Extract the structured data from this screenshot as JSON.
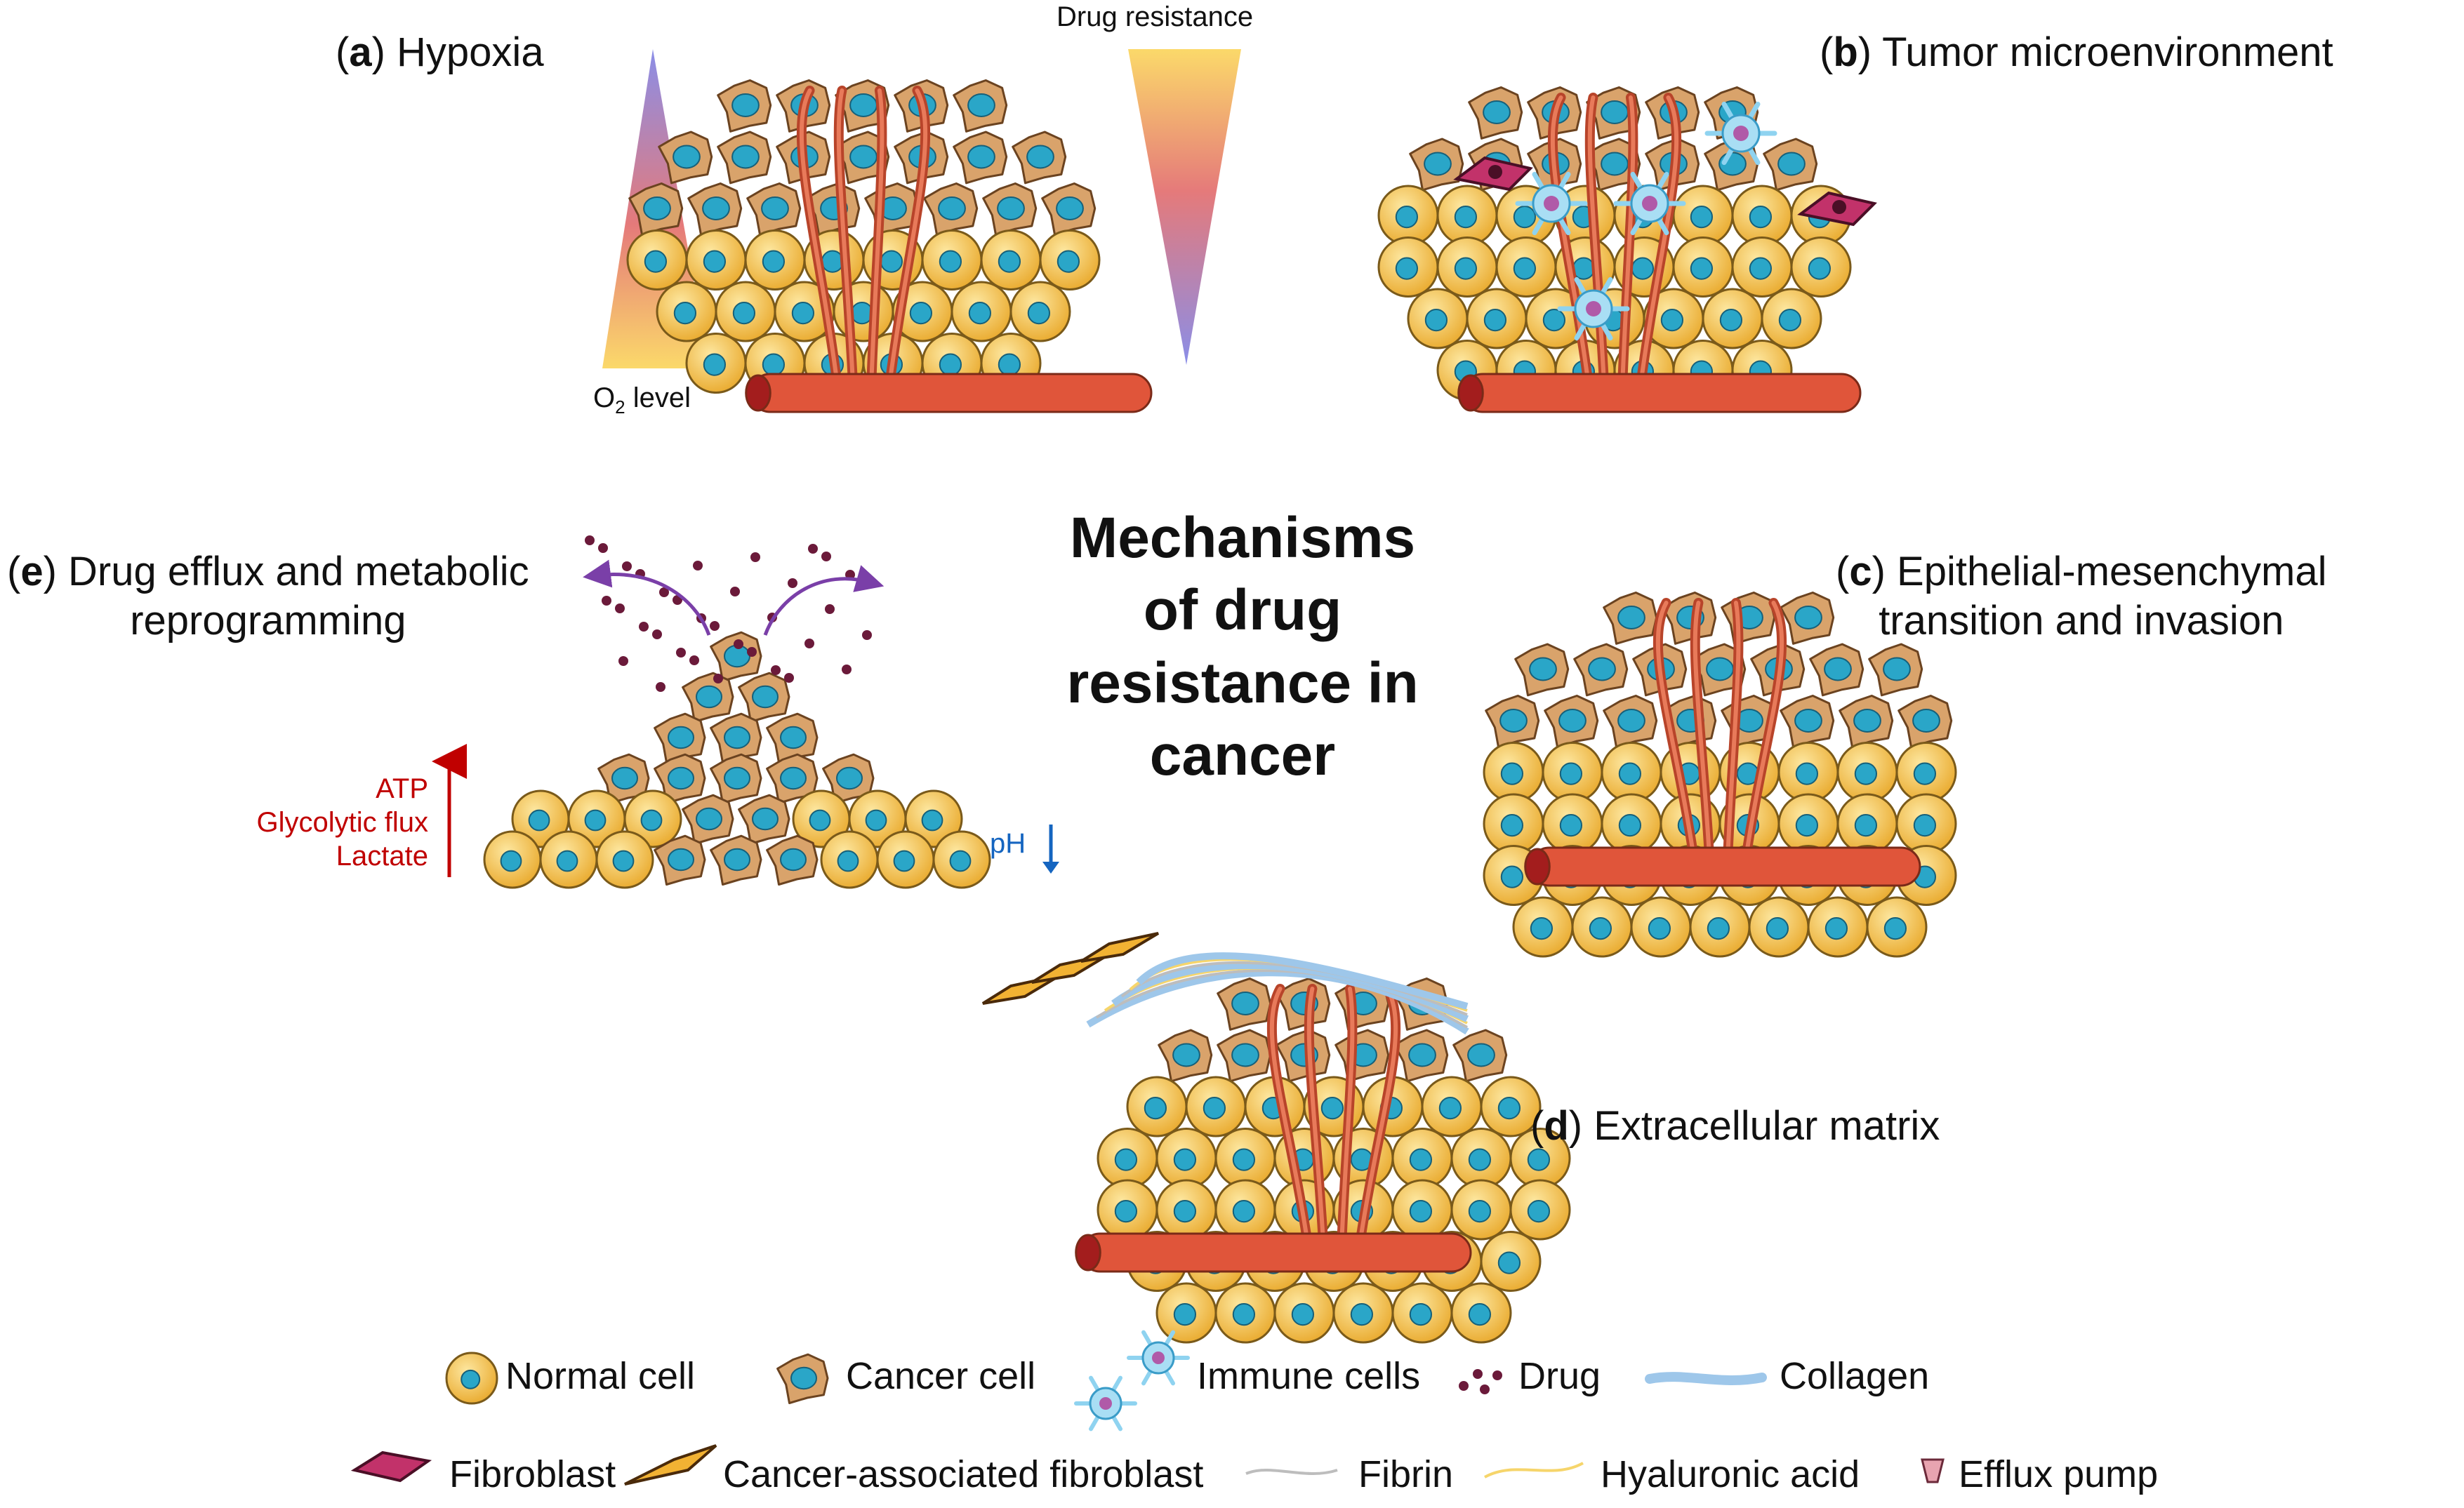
{
  "title": [
    "Mechanisms",
    "of drug",
    "resistance in",
    "cancer"
  ],
  "panels": {
    "a": {
      "letter": "a",
      "name": "Hypoxia"
    },
    "b": {
      "letter": "b",
      "name": "Tumor microenvironment"
    },
    "c": {
      "letter": "c",
      "name": "Epithelial-mesenchymal",
      "name2": "transition and invasion"
    },
    "d": {
      "letter": "d",
      "name": "Extracellular matrix"
    },
    "e": {
      "letter": "e",
      "name": "Drug efflux and metabolic",
      "name2": "reprogramming"
    }
  },
  "gradients": {
    "o2": {
      "label_main": "O",
      "label_sub": "2",
      "label_rest": " level"
    },
    "drug": {
      "label": "Drug resistance"
    }
  },
  "metabolic": {
    "up": [
      "ATP",
      "Glycolytic flux",
      "Lactate"
    ],
    "ph": "pH"
  },
  "legend": [
    {
      "icon": "normal-cell-icon",
      "label": "Normal cell"
    },
    {
      "icon": "cancer-cell-icon",
      "label": "Cancer cell"
    },
    {
      "icon": "immune-cells-icon",
      "label": "Immune cells"
    },
    {
      "icon": "drug-icon",
      "label": "Drug"
    },
    {
      "icon": "collagen-icon",
      "label": "Collagen"
    },
    {
      "icon": "fibroblast-icon",
      "label": "Fibroblast"
    },
    {
      "icon": "cancer-associated-fibroblast-icon",
      "label": "Cancer-associated fibroblast"
    },
    {
      "icon": "fibrin-icon",
      "label": "Fibrin"
    },
    {
      "icon": "hyaluronic-acid-icon",
      "label": "Hyaluronic acid"
    },
    {
      "icon": "efflux-pump-icon",
      "label": "Efflux pump"
    }
  ],
  "colors": {
    "normal_cell": "#f2c14e",
    "nucleus": "#2aa6c8",
    "cancer_cell": "#d9a36b",
    "vessel": "#e0553a",
    "o2_top": "#8a8ee8",
    "o2_bottom": "#fbd96a",
    "efflux_arrow": "#7a3fa8"
  }
}
